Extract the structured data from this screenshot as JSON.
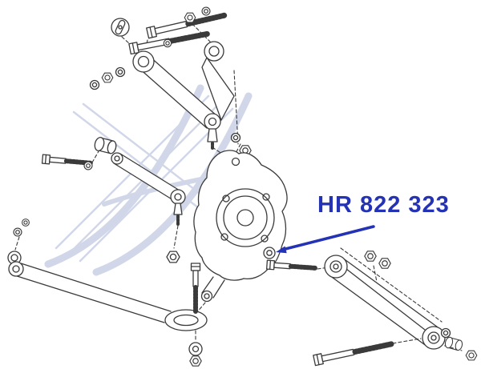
{
  "page": {
    "background_color": "#ffffff",
    "watermark_color": "#c9d1e4"
  },
  "diagram": {
    "type": "exploded-parts-diagram",
    "subject": "rear-suspension-assembly",
    "line_color": "#3a3a3a",
    "parts": [
      "adjusting-bolts",
      "cam-washer",
      "upper-control-arm",
      "ball-joint",
      "lateral-link",
      "link-bushing",
      "steering-knuckle",
      "hub-flange",
      "knuckle-bushing",
      "stabilizer-link",
      "bracket-pad",
      "lower-control-arm",
      "mounting-bolts",
      "nuts-and-washers"
    ]
  },
  "callout": {
    "part_number": "HR 822 323",
    "color": "#2433b5"
  }
}
